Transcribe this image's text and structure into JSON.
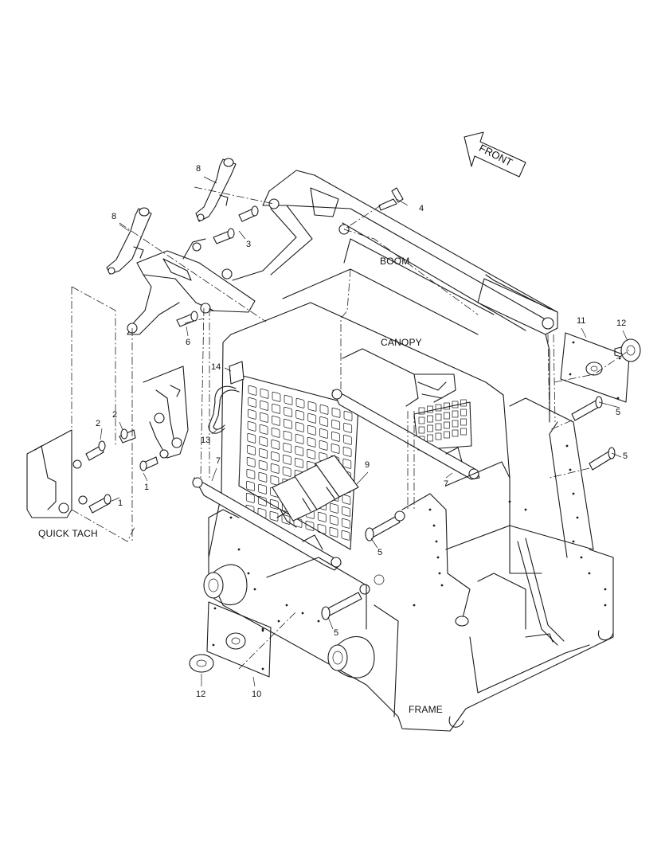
{
  "labels": {
    "front": "FRONT",
    "boom": "BOOM",
    "canopy": "CANOPY",
    "quick_tach": "QUICK TACH",
    "frame": "FRAME"
  },
  "callouts": [
    {
      "id": "callout-8-upper",
      "text": "8"
    },
    {
      "id": "callout-8-lower",
      "text": "8"
    },
    {
      "id": "callout-4",
      "text": "4"
    },
    {
      "id": "callout-3",
      "text": "3"
    },
    {
      "id": "callout-6",
      "text": "6"
    },
    {
      "id": "callout-14",
      "text": "14"
    },
    {
      "id": "callout-13",
      "text": "13"
    },
    {
      "id": "callout-2-left",
      "text": "2"
    },
    {
      "id": "callout-2-right",
      "text": "2"
    },
    {
      "id": "callout-1-upper",
      "text": "1"
    },
    {
      "id": "callout-1-lower",
      "text": "1"
    },
    {
      "id": "callout-7-left",
      "text": "7"
    },
    {
      "id": "callout-7-right",
      "text": "7"
    },
    {
      "id": "callout-9",
      "text": "9"
    },
    {
      "id": "callout-5-a",
      "text": "5"
    },
    {
      "id": "callout-5-b",
      "text": "5"
    },
    {
      "id": "callout-5-c",
      "text": "5"
    },
    {
      "id": "callout-5-d",
      "text": "5"
    },
    {
      "id": "callout-11",
      "text": "11"
    },
    {
      "id": "callout-12-top",
      "text": "12"
    },
    {
      "id": "callout-12-bottom",
      "text": "12"
    },
    {
      "id": "callout-10",
      "text": "10"
    }
  ]
}
